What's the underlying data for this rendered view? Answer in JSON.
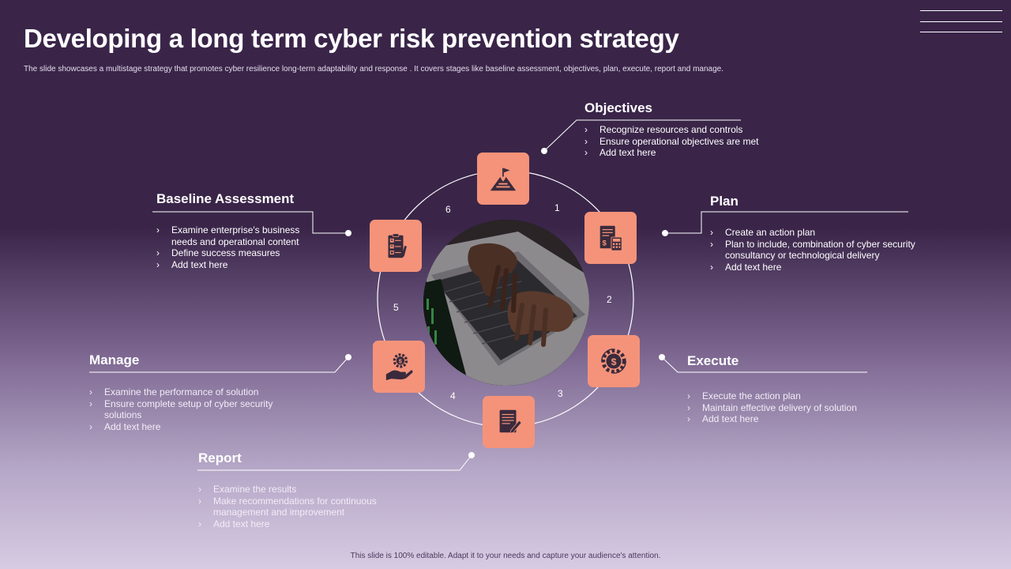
{
  "slide": {
    "title": "Developing a long term cyber risk prevention strategy",
    "subtitle": "The slide showcases a multistage strategy that promotes cyber resilience long-term adaptability and response . It covers stages like baseline assessment, objectives, plan, execute, report and manage.",
    "footer": "This slide is 100% editable. Adapt it to your needs and capture your audience's attention."
  },
  "colors": {
    "background_top": "#3a2549",
    "background_bottom": "#d7cbe3",
    "icon_fill": "#f4937a",
    "icon_glyph": "#3a2a3c"
  },
  "stages": {
    "objectives": {
      "number": "1",
      "title": "Objectives",
      "icon": "mountain-flag-icon",
      "bullets": [
        "Recognize resources and controls",
        "Ensure operational objectives are met",
        "Add text here"
      ]
    },
    "plan": {
      "number": "2",
      "title": "Plan",
      "icon": "financial-document-calculator-icon",
      "bullets": [
        "Create an action plan",
        "Plan to include, combination of cyber security consultancy or technological delivery",
        "Add text here"
      ]
    },
    "execute": {
      "number": "3",
      "title": "Execute",
      "icon": "dollar-gear-icon",
      "bullets": [
        "Execute the action plan",
        "Maintain effective delivery of solution",
        "Add text here"
      ]
    },
    "report": {
      "number": "4",
      "title": "Report",
      "icon": "report-document-pen-icon",
      "bullets": [
        "Examine the results",
        "Make recommendations for continuous management and improvement",
        "Add text here"
      ]
    },
    "manage": {
      "number": "5",
      "title": "Manage",
      "icon": "hand-dollar-gear-icon",
      "bullets": [
        "Examine the performance of solution",
        "Ensure complete setup of cyber security solutions",
        "Add text here"
      ]
    },
    "baseline": {
      "number": "6",
      "title": "Baseline Assessment",
      "icon": "clipboard-checklist-icon",
      "bullets": [
        "Examine enterprise's business needs and operational content",
        "Define success measures",
        "Add text here"
      ]
    }
  }
}
